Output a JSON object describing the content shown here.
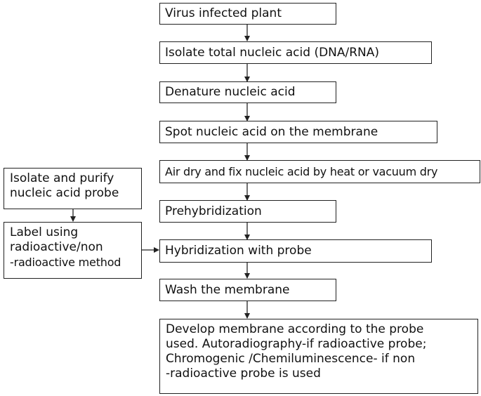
{
  "main_steps": [
    "Virus infected plant",
    "Isolate total nucleic acid (DNA/RNA)",
    "Denature nucleic acid",
    "Spot nucleic acid on the membrane",
    "Air dry and fix nucleic acid by heat or vacuum dry",
    "Prehybridization",
    "Hybridization with probe",
    "Wash the membrane"
  ],
  "final_step": {
    "lines": [
      "Develop membrane according to the probe",
      "used. Autoradiography-if radioactive probe;",
      "Chromogenic /Chemiluminescence- if non",
      "-radioactive probe is used"
    ]
  },
  "probe_steps": {
    "isolate": {
      "lines": [
        "Isolate and purify",
        "nucleic acid probe"
      ]
    },
    "label": {
      "lines": [
        "Label using",
        "radioactive/non",
        "-radioactive method"
      ]
    }
  }
}
